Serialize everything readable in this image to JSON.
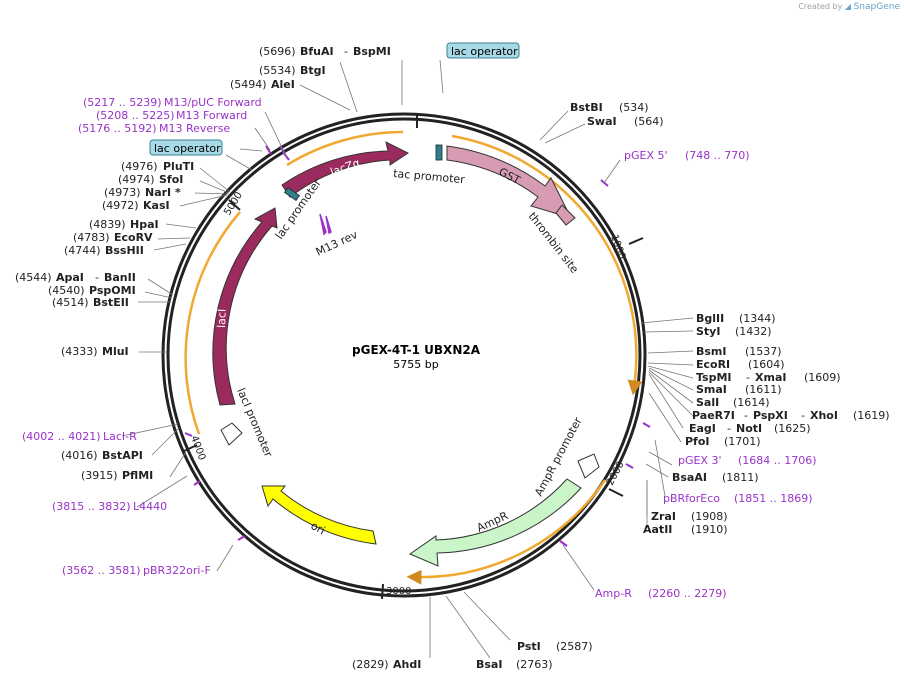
{
  "watermark": {
    "created_by": "Created by",
    "brand": "SnapGene"
  },
  "plasmid": {
    "name": "pGEX-4T-1 UBXN2A",
    "length": "5755 bp"
  },
  "ticks": [
    "1000",
    "2000",
    "3000",
    "4000",
    "5000"
  ],
  "features": {
    "lacZa": "lacZα",
    "tac_promoter": "tac promoter",
    "gst": "GST",
    "thrombin": "thrombin site",
    "lac_promoter": "lac promoter",
    "m13rev": "M13 rev",
    "lacI": "lacI",
    "lacI_promoter": "lacI promoter",
    "ampr_promoter": "AmpR promoter",
    "ampr": "AmpR",
    "ori": "ori"
  },
  "boxes": {
    "lac_operator_top": "lac operator",
    "lac_operator_left": "lac operator"
  },
  "enzymes": {
    "bfuai": {
      "pos": "(5696)",
      "name": "BfuAI"
    },
    "bspmi": {
      "name": "BspMI"
    },
    "btgi": {
      "pos": "(5534)",
      "name": "BtgI"
    },
    "alei": {
      "pos": "(5494)",
      "name": "AleI"
    },
    "pluti": {
      "pos": "(4976)",
      "name": "PluTI"
    },
    "sfoi": {
      "pos": "(4974)",
      "name": "SfoI"
    },
    "nari": {
      "pos": "(4973)",
      "name": "NarI *"
    },
    "kasi": {
      "pos": "(4972)",
      "name": "KasI"
    },
    "hpai": {
      "pos": "(4839)",
      "name": "HpaI"
    },
    "ecorv": {
      "pos": "(4783)",
      "name": "EcoRV"
    },
    "bsshii": {
      "pos": "(4744)",
      "name": "BssHII"
    },
    "apai": {
      "pos": "(4544)",
      "name": "ApaI"
    },
    "banii": {
      "name": "BanII"
    },
    "pspomi": {
      "pos": "(4540)",
      "name": "PspOMI"
    },
    "bsteii": {
      "pos": "(4514)",
      "name": "BstEII"
    },
    "mlui": {
      "pos": "(4333)",
      "name": "MluI"
    },
    "bstapi": {
      "pos": "(4016)",
      "name": "BstAPI"
    },
    "pflmi": {
      "pos": "(3915)",
      "name": "PflMI"
    },
    "ahdi": {
      "pos": "(2829)",
      "name": "AhdI"
    },
    "bsai": {
      "pos": "(2763)",
      "name": "BsaI"
    },
    "psti": {
      "pos": "(2587)",
      "name": "PstI"
    },
    "zrai": {
      "pos": "(1908)",
      "name": "ZraI"
    },
    "aatii": {
      "pos": "(1910)",
      "name": "AatII"
    },
    "bsaai": {
      "pos": "(1811)",
      "name": "BsaAI"
    },
    "bstbi": {
      "pos": "(534)",
      "name": "BstBI"
    },
    "swai": {
      "pos": "(564)",
      "name": "SwaI"
    },
    "bglii": {
      "pos": "(1344)",
      "name": "BglII"
    },
    "styi": {
      "pos": "(1432)",
      "name": "StyI"
    },
    "bsmi": {
      "pos": "(1537)",
      "name": "BsmI"
    },
    "ecori": {
      "pos": "(1604)",
      "name": "EcoRI"
    },
    "tspmi": {
      "pos": "(1609)",
      "name": "TspMI"
    },
    "xmai": {
      "name": "XmaI"
    },
    "smai": {
      "pos": "(1611)",
      "name": "SmaI"
    },
    "sali": {
      "pos": "(1614)",
      "name": "SalI"
    },
    "paer7i": {
      "pos": "(1619)",
      "name": "PaeR7I"
    },
    "pspxi": {
      "name": "PspXI"
    },
    "xhoi": {
      "name": "XhoI"
    },
    "eagi": {
      "pos": "(1625)",
      "name": "EagI"
    },
    "noti": {
      "name": "NotI"
    },
    "pfoi": {
      "pos": "(1701)",
      "name": "PfoI"
    }
  },
  "primers": {
    "m13puc": {
      "pos": "(5217 .. 5239)",
      "name": "M13/pUC Forward"
    },
    "m13f": {
      "pos": "(5208 .. 5225)",
      "name": "M13 Forward"
    },
    "m13r": {
      "pos": "(5176 .. 5192)",
      "name": "M13 Reverse"
    },
    "laciR": {
      "pos": "(4002 .. 4021)",
      "name": "LacI-R"
    },
    "l4440": {
      "pos": "(3815 .. 3832)",
      "name": "L4440"
    },
    "pbr322": {
      "pos": "(3562 .. 3581)",
      "name": "pBR322ori-F"
    },
    "pgex5": {
      "name": "pGEX 5'",
      "pos": "(748 .. 770)"
    },
    "pgex3": {
      "name": "pGEX 3'",
      "pos": "(1684 .. 1706)"
    },
    "pbrforeco": {
      "name": "pBRforEco",
      "pos": "(1851 .. 1869)"
    },
    "ampR": {
      "name": "Amp-R",
      "pos": "(2260 .. 2279)"
    }
  }
}
